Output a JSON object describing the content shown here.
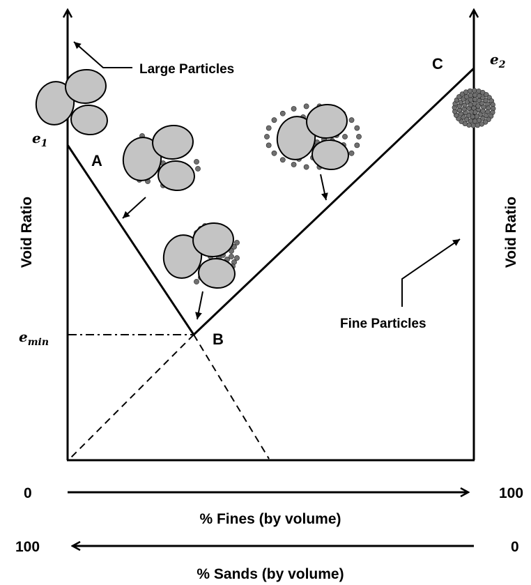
{
  "labels": {
    "large_particles": "Large Particles",
    "fine_particles": "Fine Particles",
    "void_ratio_left": "Void Ratio",
    "void_ratio_right": "Void Ratio",
    "point_a": "A",
    "point_b": "B",
    "point_c": "C",
    "e1_base": "e",
    "e1_sub": "1",
    "e2_base": "e",
    "e2_sub": "2",
    "emin_base": "e",
    "emin_sub": "min"
  },
  "fines_axis": {
    "start": "0",
    "end": "100",
    "title": "% Fines (by volume)"
  },
  "sands_axis": {
    "start": "100",
    "end": "0",
    "title": "% Sands (by volume)"
  }
}
